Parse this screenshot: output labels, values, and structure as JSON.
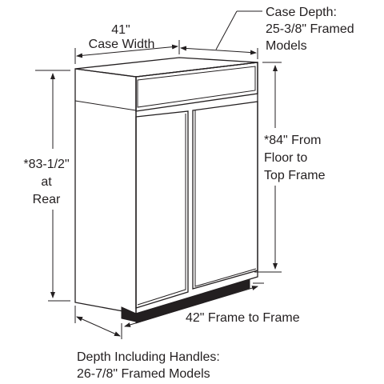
{
  "labels": {
    "case_width": [
      "41\"",
      "Case Width"
    ],
    "case_depth": [
      "Case Depth:",
      "25-3/8\" Framed",
      "Models"
    ],
    "height_front": [
      "*84\" From",
      "Floor to",
      "Top Frame"
    ],
    "height_rear": [
      "*83-1/2\"",
      "at",
      "Rear"
    ],
    "frame_to_frame": [
      "42\" Frame to Frame"
    ],
    "depth_handles": [
      "Depth Including Handles:",
      "26-7/8\" Framed Models"
    ]
  },
  "colors": {
    "ink": "#231f20",
    "background": "#ffffff"
  }
}
